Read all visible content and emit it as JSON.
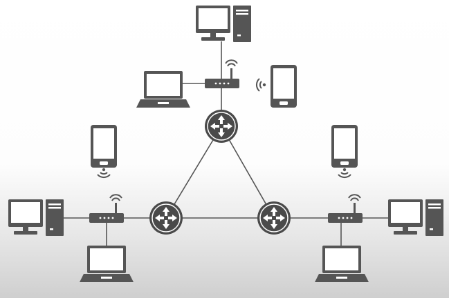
{
  "diagram": {
    "kind": "network topology",
    "colors": {
      "device": "#555555",
      "device_dark": "#4a4a4a",
      "screen": "#ffffff",
      "link": "#555555",
      "router_arrow": "#ffffff",
      "router_border": "#ffffff",
      "led": "#ffffff"
    },
    "routers": [
      {
        "id": "router-top",
        "icon": "router-icon"
      },
      {
        "id": "router-left",
        "icon": "router-icon"
      },
      {
        "id": "router-right",
        "icon": "router-icon"
      }
    ],
    "access_points": [
      {
        "id": "ap-top",
        "icon": "wireless-access-point-icon"
      },
      {
        "id": "ap-left",
        "icon": "wireless-access-point-icon"
      },
      {
        "id": "ap-right",
        "icon": "wireless-access-point-icon"
      }
    ],
    "desktops": [
      {
        "id": "desktop-top",
        "icon": "desktop-computer-icon"
      },
      {
        "id": "desktop-left",
        "icon": "desktop-computer-icon"
      },
      {
        "id": "desktop-right",
        "icon": "desktop-computer-icon"
      }
    ],
    "laptops": [
      {
        "id": "laptop-top",
        "icon": "laptop-icon"
      },
      {
        "id": "laptop-left",
        "icon": "laptop-icon"
      },
      {
        "id": "laptop-right",
        "icon": "laptop-icon"
      }
    ],
    "phones": [
      {
        "id": "phone-top",
        "icon": "smartphone-icon"
      },
      {
        "id": "phone-left",
        "icon": "smartphone-icon"
      },
      {
        "id": "phone-right",
        "icon": "smartphone-icon"
      }
    ],
    "links": [
      {
        "from": "router-top",
        "to": "router-left",
        "type": "wired"
      },
      {
        "from": "router-top",
        "to": "router-right",
        "type": "wired"
      },
      {
        "from": "router-left",
        "to": "router-right",
        "type": "wired"
      },
      {
        "from": "router-top",
        "to": "ap-top",
        "type": "wired"
      },
      {
        "from": "router-left",
        "to": "ap-left",
        "type": "wired"
      },
      {
        "from": "router-right",
        "to": "ap-right",
        "type": "wired"
      },
      {
        "from": "ap-top",
        "to": "desktop-top",
        "type": "wired"
      },
      {
        "from": "ap-top",
        "to": "laptop-top",
        "type": "wired"
      },
      {
        "from": "ap-left",
        "to": "desktop-left",
        "type": "wired"
      },
      {
        "from": "ap-left",
        "to": "laptop-left",
        "type": "wired"
      },
      {
        "from": "ap-right",
        "to": "desktop-right",
        "type": "wired"
      },
      {
        "from": "ap-right",
        "to": "laptop-right",
        "type": "wired"
      },
      {
        "from": "ap-top",
        "to": "phone-top",
        "type": "wireless"
      },
      {
        "from": "ap-left",
        "to": "phone-left",
        "type": "wireless"
      },
      {
        "from": "ap-right",
        "to": "phone-right",
        "type": "wireless"
      }
    ]
  }
}
